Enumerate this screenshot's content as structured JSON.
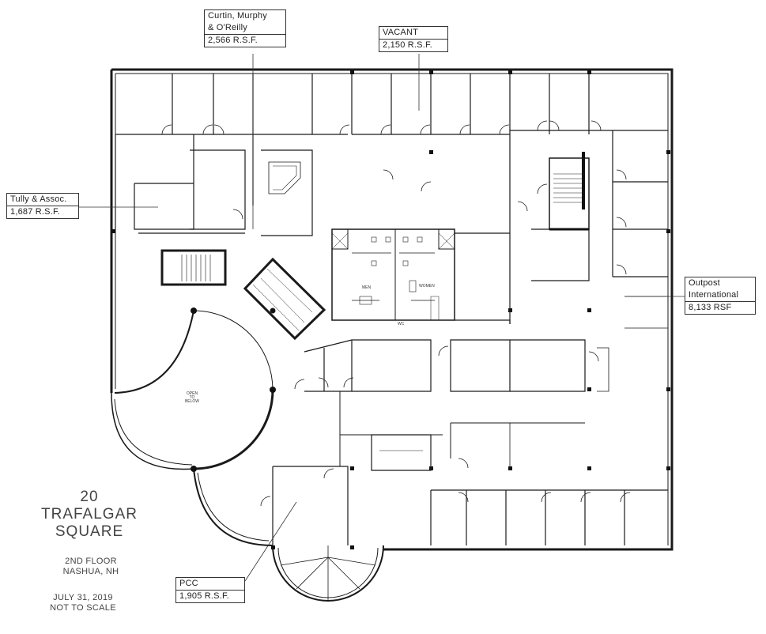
{
  "tenants": [
    {
      "id": "curtin",
      "lines": [
        "Curtin, Murphy",
        "& O'Reilly"
      ],
      "area": "2,566 R.S.F."
    },
    {
      "id": "vacant",
      "lines": [
        "VACANT"
      ],
      "area": "2,150 R.S.F."
    },
    {
      "id": "tully",
      "lines": [
        "Tully & Assoc."
      ],
      "area": "1,687 R.S.F."
    },
    {
      "id": "outpost",
      "lines": [
        "Outpost",
        "International"
      ],
      "area": "8,133 RSF"
    },
    {
      "id": "pcc",
      "lines": [
        "PCC"
      ],
      "area": "1,905 R.S.F."
    }
  ],
  "title": {
    "number": "20",
    "street_line1": "TRAFALGAR",
    "street_line2": "SQUARE",
    "floor": "2ND FLOOR",
    "city": "NASHUA, NH",
    "date": "JULY 31, 2019",
    "scale": "NOT TO SCALE"
  },
  "plan_notes": {
    "open_to_below": [
      "OPEN",
      "TO",
      "BELOW"
    ],
    "men": "MEN",
    "women": "WOMEN",
    "wc": "WC"
  }
}
